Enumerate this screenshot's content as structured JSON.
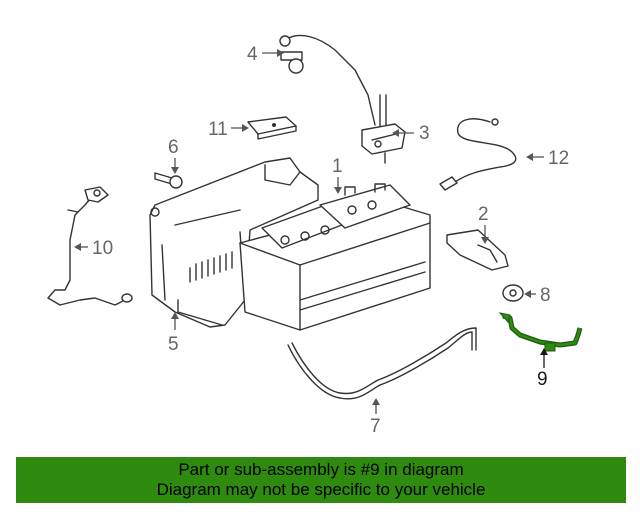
{
  "diagram": {
    "callouts": [
      "1",
      "2",
      "3",
      "4",
      "5",
      "6",
      "7",
      "8",
      "9",
      "10",
      "11",
      "12"
    ],
    "highlight_part": "9",
    "colors": {
      "highlight_part": "#2e8b10",
      "banner_bg": "#2e8b10",
      "line": "#333333",
      "callout_text": "#666666"
    }
  },
  "banner": {
    "line1": "Part or sub-assembly is #9 in diagram",
    "line2": "Diagram may not be specific to your vehicle"
  }
}
